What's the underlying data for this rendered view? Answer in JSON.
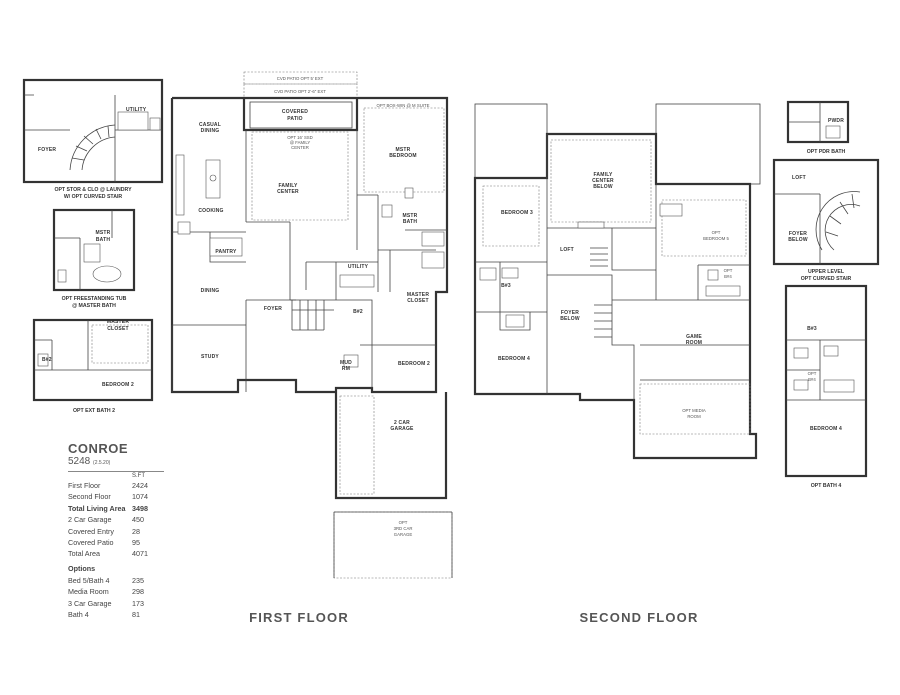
{
  "plan": {
    "name": "CONROE",
    "number": "5248",
    "date": "(2.5.20)",
    "floors": {
      "first": "FIRST FLOOR",
      "second": "SECOND FLOOR"
    }
  },
  "area_table": {
    "unit_header": "S.FT",
    "rows": [
      {
        "label": "First Floor",
        "value": "2424",
        "bold": false
      },
      {
        "label": "Second Floor",
        "value": "1074",
        "bold": false
      },
      {
        "label": "Total Living Area",
        "value": "3498",
        "bold": true
      },
      {
        "label": "2 Car Garage",
        "value": "450",
        "bold": false
      },
      {
        "label": "Covered Entry",
        "value": "28",
        "bold": false
      },
      {
        "label": "Covered Patio",
        "value": "95",
        "bold": false
      },
      {
        "label": "Total Area",
        "value": "4071",
        "bold": false
      }
    ],
    "options_header": "Options",
    "options": [
      {
        "label": "Bed 5/Bath 4",
        "value": "235"
      },
      {
        "label": "Media Room",
        "value": "298"
      },
      {
        "label": "3 Car Garage",
        "value": "173"
      },
      {
        "label": "Bath 4",
        "value": "81"
      }
    ]
  },
  "first_floor_labels": {
    "cvd_patio_5": "CVD PATIO OPT 5' EXT",
    "cvd_patio_2": "CVD PATIO OPT 2'-6\" EXT",
    "covered_patio_1": "COVERED",
    "covered_patio_2": "PATIO",
    "opt_box": "OPT BOX-WIN @ M SUITE",
    "casual_1": "CASUAL",
    "casual_2": "DINING",
    "opt16_1": "OPT 16' SSD",
    "opt16_2": "@ FAMILY",
    "opt16_3": "CENTER",
    "family_1": "FAMILY",
    "family_2": "CENTER",
    "mstr_bed_1": "MSTR",
    "mstr_bed_2": "BEDROOM",
    "cooking": "COOKING",
    "mstr_bath_1": "MSTR",
    "mstr_bath_2": "BATH",
    "pantry": "PANTRY",
    "utility": "UTILITY",
    "dining": "DINING",
    "foyer": "FOYER",
    "b2": "B#2",
    "master_closet_1": "MASTER",
    "master_closet_2": "CLOSET",
    "study": "STUDY",
    "mud_1": "MUD",
    "mud_2": "RM",
    "bedroom2": "BEDROOM 2",
    "garage_1": "2 CAR",
    "garage_2": "GARAGE",
    "opt3_1": "OPT",
    "opt3_2": "3RD CAR",
    "opt3_3": "GARAGE"
  },
  "second_floor_labels": {
    "family_below_1": "FAMILY",
    "family_below_2": "CENTER",
    "family_below_3": "BELOW",
    "bedroom3": "BEDROOM 3",
    "opt_bed5_1": "OPT",
    "opt_bed5_2": "BEDROOM 5",
    "loft": "LOFT",
    "b3": "B#3",
    "opt_bath4_1": "OPT",
    "opt_bath4_2": "B#4",
    "foyer_below_1": "FOYER",
    "foyer_below_2": "BELOW",
    "game_1": "GAME",
    "game_2": "ROOM",
    "bedroom4": "BEDROOM 4",
    "media_1": "OPT MEDIA",
    "media_2": "ROOM"
  },
  "left_options": {
    "foyer": "FOYER",
    "utility": "UTILITY",
    "cap1_1": "OPT STOR & CLO @ LAUNDRY",
    "cap1_2": "W/ OPT CURVED STAIR",
    "mstr_bath_1": "MSTR",
    "mstr_bath_2": "BATH",
    "cap2_1": "OPT FREESTANDING TUB",
    "cap2_2": "@ MASTER BATH",
    "master_closet_1": "MASTER",
    "master_closet_2": "CLOSET",
    "b2": "B#2",
    "bedroom2": "BEDROOM 2",
    "cap3": "OPT EXT BATH 2"
  },
  "right_options": {
    "pwdr": "PWDR",
    "cap1": "OPT PDR BATH",
    "loft": "LOFT",
    "foyer_1": "FOYER",
    "foyer_2": "BELOW",
    "cap2_1": "UPPER LEVEL",
    "cap2_2": "OPT CURVED STAIR",
    "b3": "B#3",
    "opt_b4_1": "OPT",
    "opt_b4_2": "B#4",
    "bedroom4": "BEDROOM 4",
    "cap3": "OPT BATH 4"
  }
}
